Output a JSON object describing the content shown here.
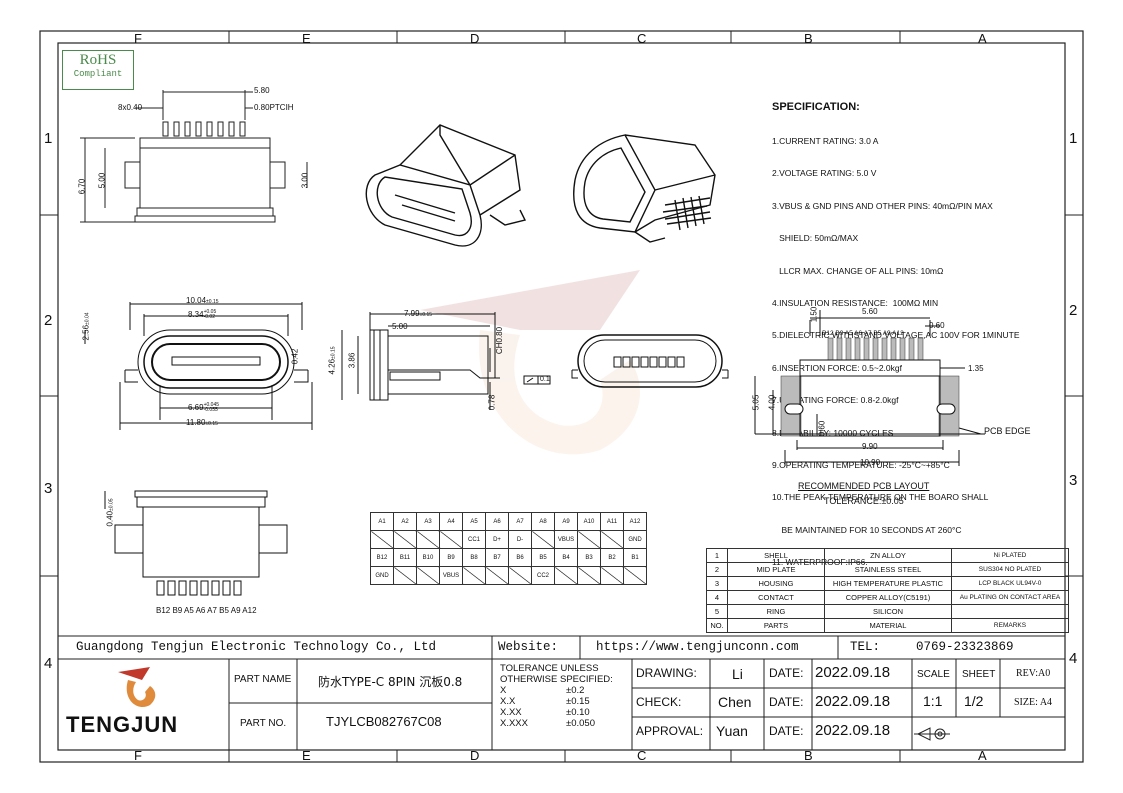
{
  "border": {
    "cols_top": [
      "F",
      "E",
      "D",
      "C",
      "B",
      "A"
    ],
    "cols_bottom": [
      "F",
      "E",
      "D",
      "C",
      "B",
      "A"
    ],
    "rows_left": [
      "1",
      "2",
      "3",
      "4"
    ],
    "rows_right": [
      "1",
      "2",
      "3",
      "4"
    ]
  },
  "rohs": {
    "title": "RoHS",
    "sub": "Compliant"
  },
  "specification": {
    "title": "SPECIFICATION:",
    "lines": [
      "1.CURRENT RATING: 3.0 A",
      "2.VOLTAGE RATING: 5.0 V",
      "3.VBUS & GND PINS AND OTHER PINS: 40mΩ/PIN MAX",
      "   SHIELD: 50mΩ/MAX",
      "   LLCR MAX. CHANGE OF ALL PINS: 10mΩ",
      "4.INSULATION RESISTANCE:  100MΩ MIN",
      "5.DIELECTRIC WITHSTAND VOLTAGE,AC 100V FOR 1MINUTE",
      "6.INSERTION FORCE: 0.5~2.0kgf",
      "7.UNMATING FORCE: 0.8-2.0kgf",
      "8.DURABILITY: 10000 CYCLES",
      "9.OPERATING TEMPERATURE: -25°C~+85°C",
      "10.THE PEAK TEMPERATURE ON THE BOARO SHALL",
      "    BE MAINTAINED FOR 10 SECONDS AT 260°C",
      "11. WATERPROOF:IP66."
    ]
  },
  "dims": {
    "top_5_80": "5.80",
    "top_8x040": "8x0.40",
    "top_pitch": "0.80PTCIH",
    "top_6_70": "6.70",
    "top_5_00": "5.00",
    "top_3_00": "3.00",
    "front_10_04": "10.04",
    "front_10_04_tol": "±0.15",
    "front_8_34": "8.34",
    "front_8_34_tol_up": "+0.05",
    "front_8_34_tol_dn": "-0.02",
    "front_2_56": "2.56",
    "front_2_56_tol": "±0.04",
    "front_0_42": "0.42",
    "front_6_69": "6.69",
    "front_6_69_tol_up": "+0.045",
    "front_6_69_tol_dn": "-0.055",
    "front_11_80": "11.80",
    "front_11_80_tol": "±0.15",
    "side_7_99": "7.99",
    "side_7_99_tol": "±0.15",
    "side_5_00": "5.00",
    "side_4_26": "4.26",
    "side_4_26_tol": "±0.15",
    "side_3_86": "3.86",
    "side_ch": "CH0.80",
    "side_0_78": "0.78",
    "side_flat": "0.1",
    "bot_0_40": "0.40",
    "bot_0_40_tol": "±0.05",
    "bot_pins": "B12 B9 A5 A6 A7 B5 A9 A12",
    "pcb_1_50": "1.50",
    "pcb_5_60": "5.60",
    "pcb_0_60": "0.60",
    "pcb_pins": "B12 B9 A5 A6 A7 B5 A9 A12",
    "pcb_1_35": "1.35",
    "pcb_5_05": "5.05",
    "pcb_4_00": "4.00",
    "pcb_0_60b": "0.60",
    "pcb_9_90": "9.90",
    "pcb_10_90": "10.90",
    "pcb_edge": "PCB EDGE",
    "pcb_title": "RECOMMENDED PCB LAYOUT",
    "pcb_tol": "TOLERANCE:±0.05"
  },
  "pin_table": {
    "row1": [
      "A1",
      "A2",
      "A3",
      "A4",
      "A5",
      "A6",
      "A7",
      "A8",
      "A9",
      "A10",
      "A11",
      "A12"
    ],
    "row2": [
      "",
      "",
      "",
      "",
      "CC1",
      "D+",
      "D-",
      "",
      "VBUS",
      "",
      "",
      "GND"
    ],
    "row3": [
      "B12",
      "B11",
      "B10",
      "B9",
      "B8",
      "B7",
      "B6",
      "B5",
      "B4",
      "B3",
      "B2",
      "B1"
    ],
    "row4": [
      "GND",
      "",
      "",
      "VBUS",
      "",
      "",
      "",
      "CC2",
      "",
      "",
      "",
      ""
    ],
    "row2_x": [
      true,
      true,
      true,
      true,
      false,
      false,
      false,
      true,
      false,
      true,
      true,
      false
    ],
    "row4_x": [
      false,
      true,
      true,
      false,
      true,
      true,
      true,
      false,
      true,
      true,
      true,
      true
    ]
  },
  "bom": {
    "rows": [
      [
        "1",
        "SHELL",
        "ZN ALLOY",
        "Ni PLATED"
      ],
      [
        "2",
        "MID PLATE",
        "STAINLESS STEEL",
        "SUS304 NO PLATED"
      ],
      [
        "3",
        "HOUSING",
        "HIGH TEMPERATURE PLASTIC",
        "LCP BLACK UL94V-0"
      ],
      [
        "4",
        "CONTACT",
        "COPPER ALLOY(C5191)",
        "Au PLATING ON CONTACT AREA"
      ],
      [
        "5",
        "RING",
        "SILICON",
        ""
      ]
    ],
    "header": [
      "NO.",
      "PARTS",
      "MATERIAL",
      "REMARKS"
    ]
  },
  "title_block": {
    "company": "Guangdong Tengjun Electronic Technology Co., Ltd",
    "website_label": "Website:",
    "website": "https://www.tengjunconn.com",
    "tel_label": "TEL:",
    "tel": "0769-23323869",
    "logo_text": "TENGJUN",
    "part_name_label": "PART NAME",
    "part_name": "防水TYPE-C 8PIN 沉板0.8",
    "part_no_label": "PART NO.",
    "part_no": "TJYLCB082767C08",
    "tol_title": "TOLERANCE  UNLESS",
    "tol_title2": "OTHERWISE  SPECIFIED:",
    "tol_rows": [
      [
        "X",
        "±0.2"
      ],
      [
        "X.X",
        "±0.15"
      ],
      [
        "X.XX",
        "±0.10"
      ],
      [
        "X.XXX",
        "±0.050"
      ]
    ],
    "drawing_label": "DRAWING:",
    "drawing": "Li",
    "check_label": "CHECK:",
    "check": "Chen",
    "approval_label": "APPROVAL:",
    "approval": "Yuan",
    "date_label": "DATE:",
    "date": "2022.09.18",
    "scale_label": "SCALE",
    "scale": "1:1",
    "sheet_label": "SHEET",
    "sheet": "1/2",
    "rev": "REV:A0",
    "size": "SIZE: A4"
  }
}
